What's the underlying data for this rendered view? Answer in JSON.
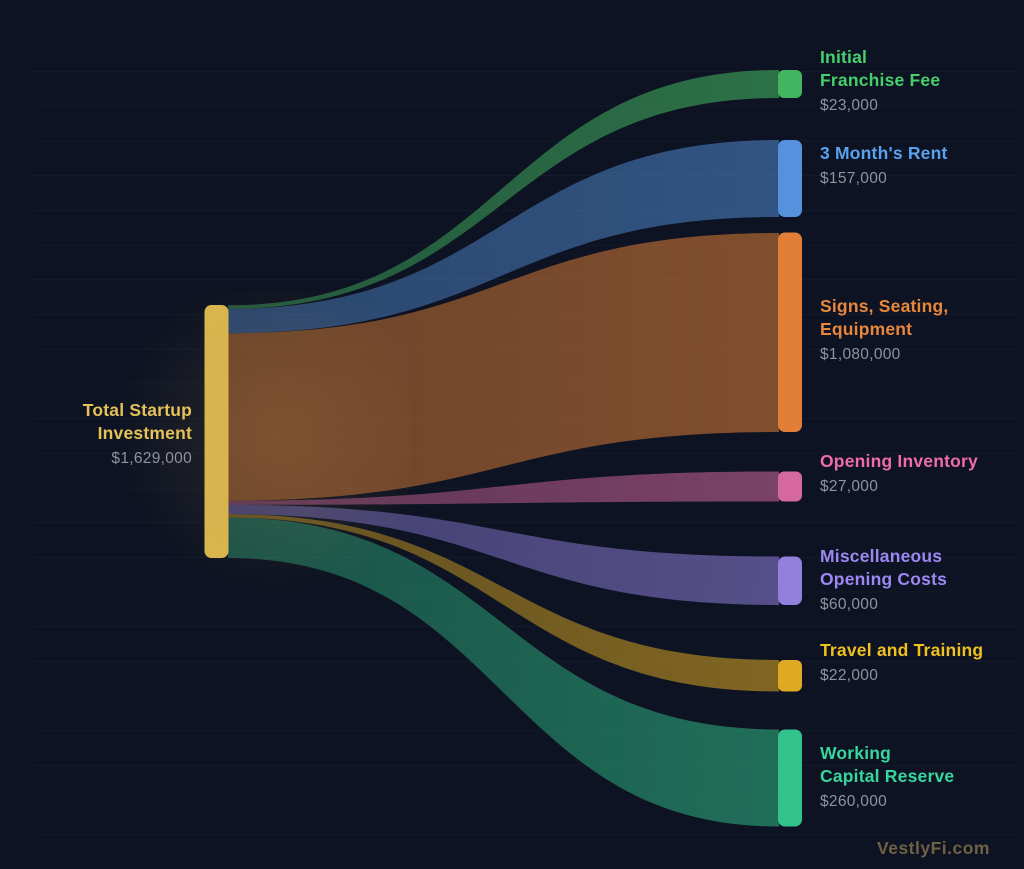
{
  "background_color": "#0d1322",
  "watermark": "VestlyFi.com",
  "chart_data": {
    "type": "sankey",
    "units": "USD",
    "total": 1629000,
    "source": {
      "label": "Total Startup\nInvestment",
      "value": 1629000,
      "value_text": "$1,629,000",
      "color": "#d9b54e",
      "text_color": "#e5c158"
    },
    "targets": [
      {
        "label": "Initial\nFranchise Fee",
        "value": 23000,
        "value_text": "$23,000",
        "color": "#43b561",
        "text_color": "#45d06e"
      },
      {
        "label": "3 Month's Rent",
        "value": 157000,
        "value_text": "$157,000",
        "color": "#5591dc",
        "text_color": "#5aa2ee"
      },
      {
        "label": "Signs, Seating,\nEquipment",
        "value": 1080000,
        "value_text": "$1,080,000",
        "color": "#e07f35",
        "text_color": "#e8873c"
      },
      {
        "label": "Opening Inventory",
        "value": 27000,
        "value_text": "$27,000",
        "color": "#d568a0",
        "text_color": "#ee6cab"
      },
      {
        "label": "Miscellaneous\nOpening Costs",
        "value": 60000,
        "value_text": "$60,000",
        "color": "#9180de",
        "text_color": "#9d87f2"
      },
      {
        "label": "Travel and Training",
        "value": 22000,
        "value_text": "$22,000",
        "color": "#dfa922",
        "text_color": "#eec11e"
      },
      {
        "label": "Working\nCapital Reserve",
        "value": 260000,
        "value_text": "$260,000",
        "color": "#32c28b",
        "text_color": "#36d69c"
      }
    ],
    "value_text_color": "#8e93a0",
    "legend_position": "right",
    "grid": true
  }
}
